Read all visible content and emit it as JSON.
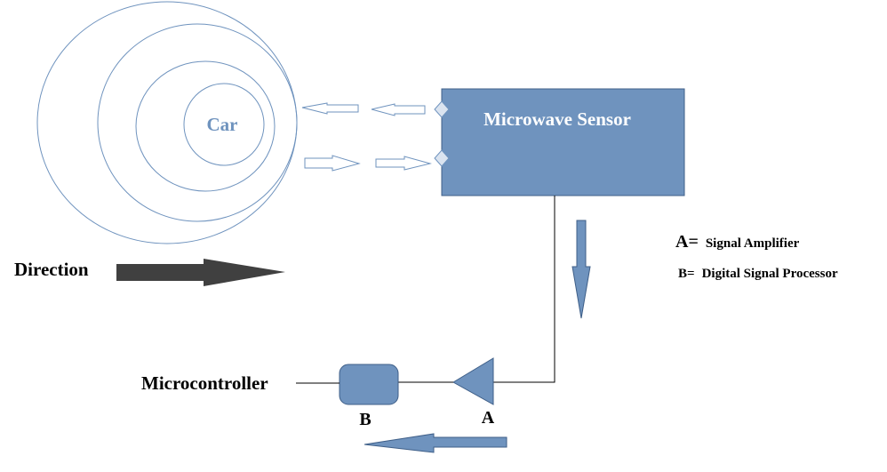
{
  "car": {
    "label": "Car"
  },
  "sensor": {
    "label": "Microwave Sensor"
  },
  "direction": {
    "label": "Direction"
  },
  "microcontroller": {
    "label": "Microcontroller"
  },
  "components": {
    "a_label": "A",
    "b_label": "B"
  },
  "legend": {
    "a_key": "A=",
    "a_text": "Signal Amplifier",
    "b_key": "B=",
    "b_text": "Digital Signal Processor"
  },
  "colors": {
    "accent_fill": "#6f93be",
    "accent_stroke": "#3f5f88",
    "ring_stroke": "#6f93be",
    "arrow_dark": "#404040",
    "line": "#000000"
  }
}
